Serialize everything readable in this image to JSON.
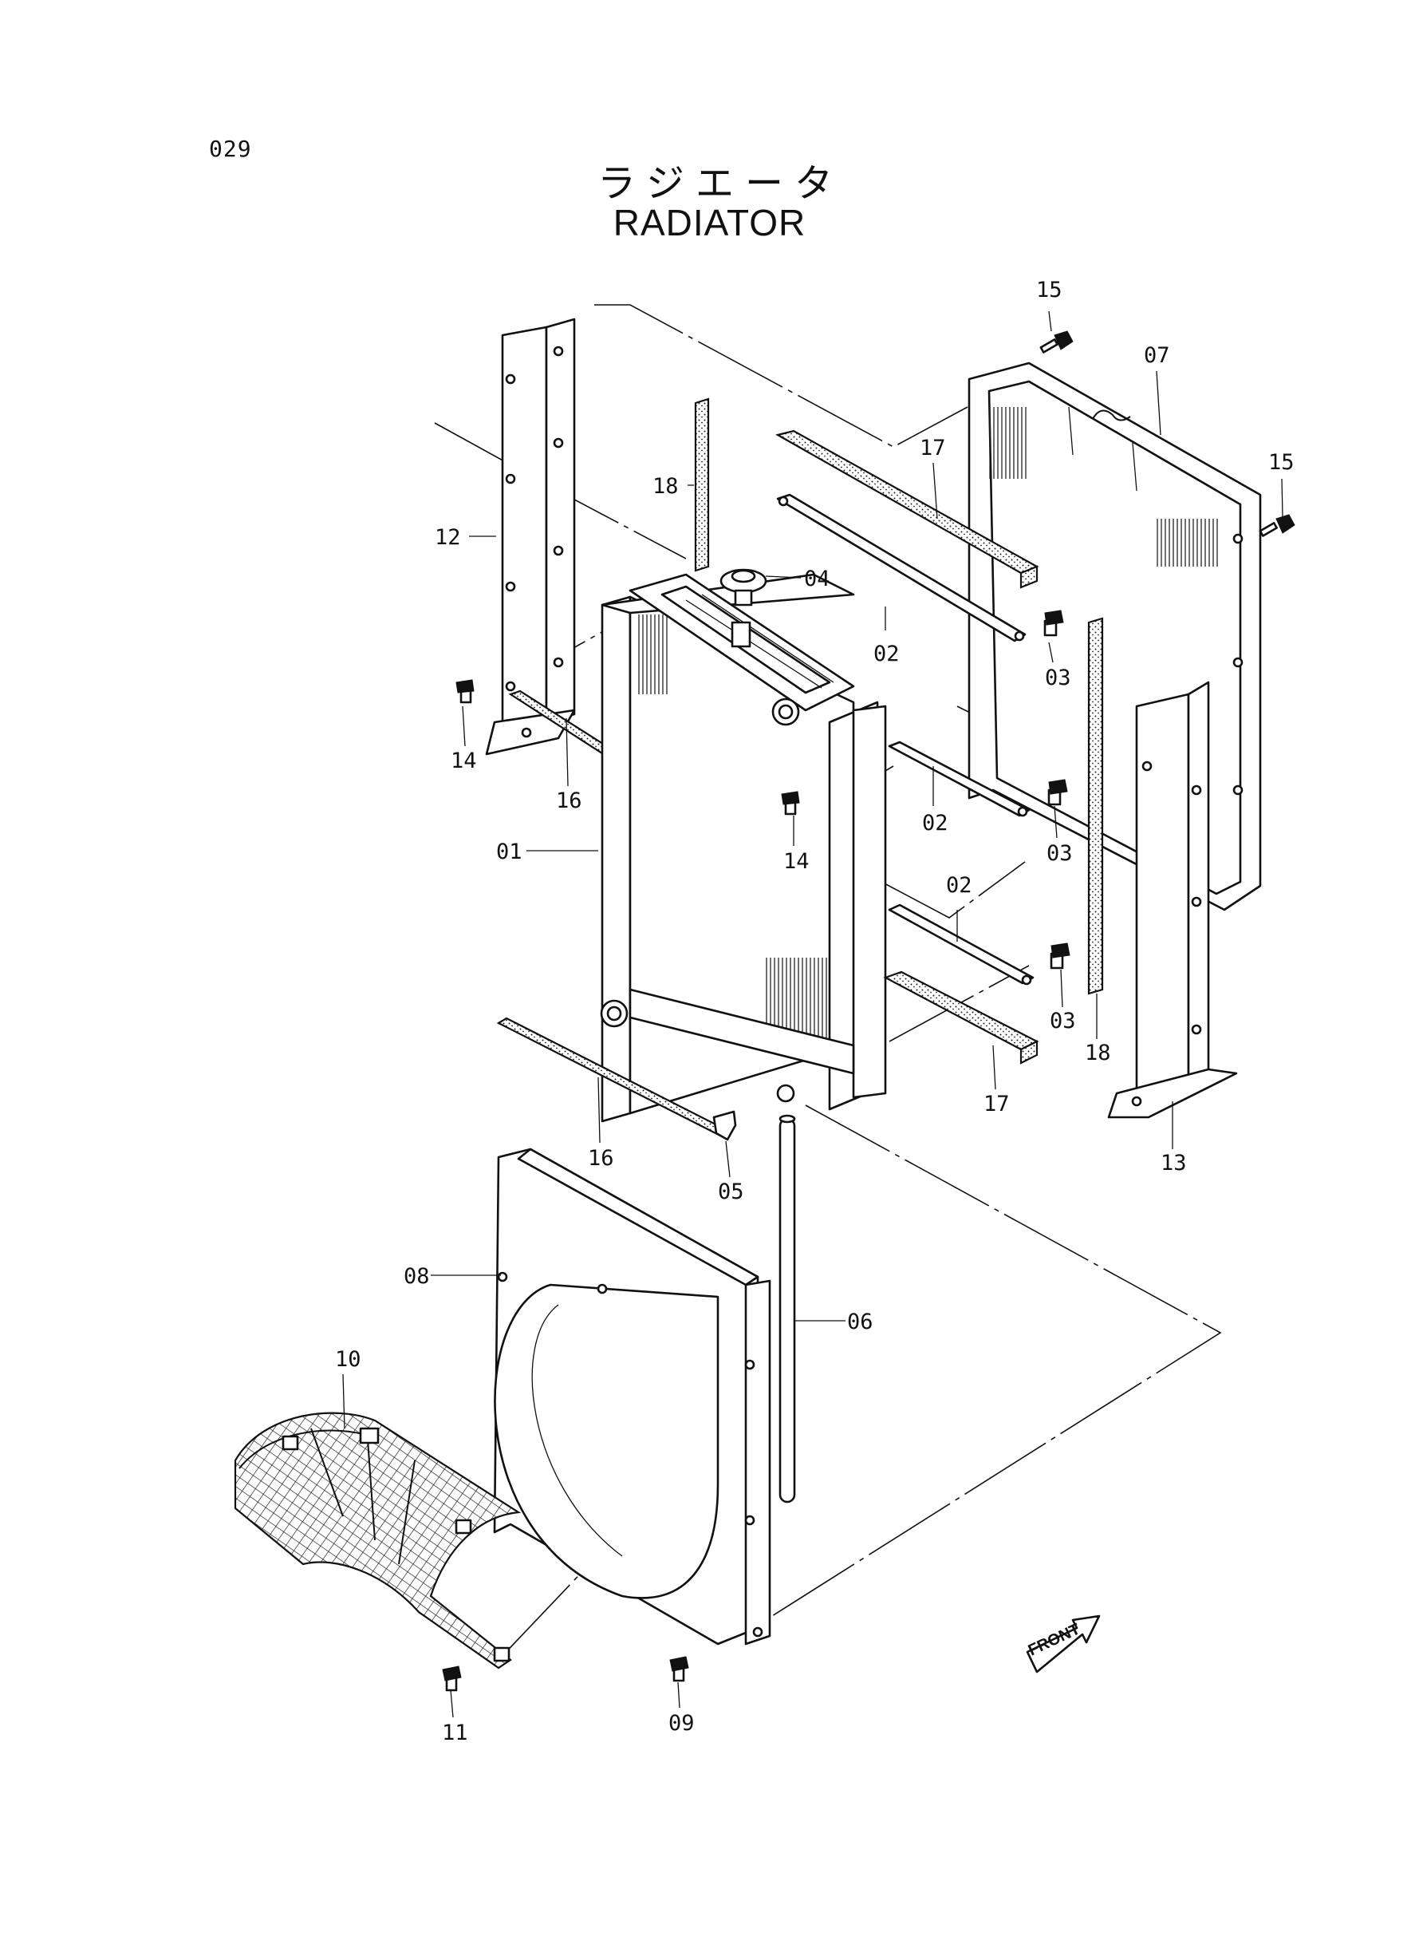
{
  "page": {
    "number": "029",
    "title_jp": "ラジエータ",
    "title_en": "RADIATOR"
  },
  "callouts": {
    "p01": "01",
    "p02a": "02",
    "p02b": "02",
    "p02c": "02",
    "p03a": "03",
    "p03b": "03",
    "p03c": "03",
    "p04": "04",
    "p05": "05",
    "p06": "06",
    "p07": "07",
    "p08": "08",
    "p09": "09",
    "p10": "10",
    "p11": "11",
    "p12": "12",
    "p13": "13",
    "p14a": "14",
    "p14b": "14",
    "p15a": "15",
    "p15b": "15",
    "p16a": "16",
    "p16b": "16",
    "p17a": "17",
    "p17b": "17",
    "p18a": "18",
    "p18b": "18"
  },
  "front_marker": {
    "label": "FRONT"
  },
  "icons": {
    "front_arrow": "front-arrow-icon"
  }
}
